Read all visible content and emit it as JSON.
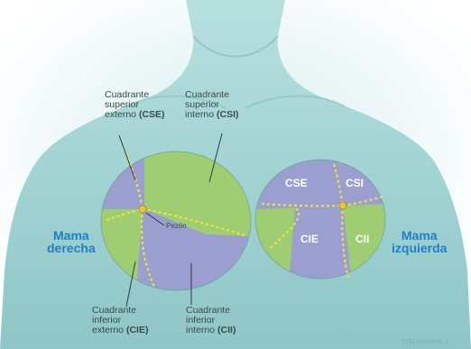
{
  "labels": {
    "cse_left": {
      "text": "Cuadrante\nsuperior\nexterno",
      "abbr": "(CSE)"
    },
    "csi_left": {
      "text": "Cuadrante\nsuperior\ninterno",
      "abbr": "(CSI)"
    },
    "cie_left": {
      "text": "Cuadrante\ninferior\nexterno",
      "abbr": "(CIE)"
    },
    "cii_left": {
      "text": "Cuadrante\ninferior\ninterno",
      "abbr": "(CII)"
    },
    "nipple": "Pezón"
  },
  "sides": {
    "right": "Mama\nderecha",
    "left": "Mama\nizquierda"
  },
  "quadrants_left_breast": {
    "cse": "CSE",
    "csi": "CSI",
    "cie": "CIE",
    "cii": "CII"
  },
  "credit": "©TELEMADRID 2",
  "colors": {
    "skin": "#9fd2d2",
    "skin_dark": "#74b3b6",
    "quadrant_purple": "#9a9fcf",
    "quadrant_green": "#9fce72",
    "divider_dotted": "#f2e23c",
    "side_label": "#1f7fc4"
  }
}
